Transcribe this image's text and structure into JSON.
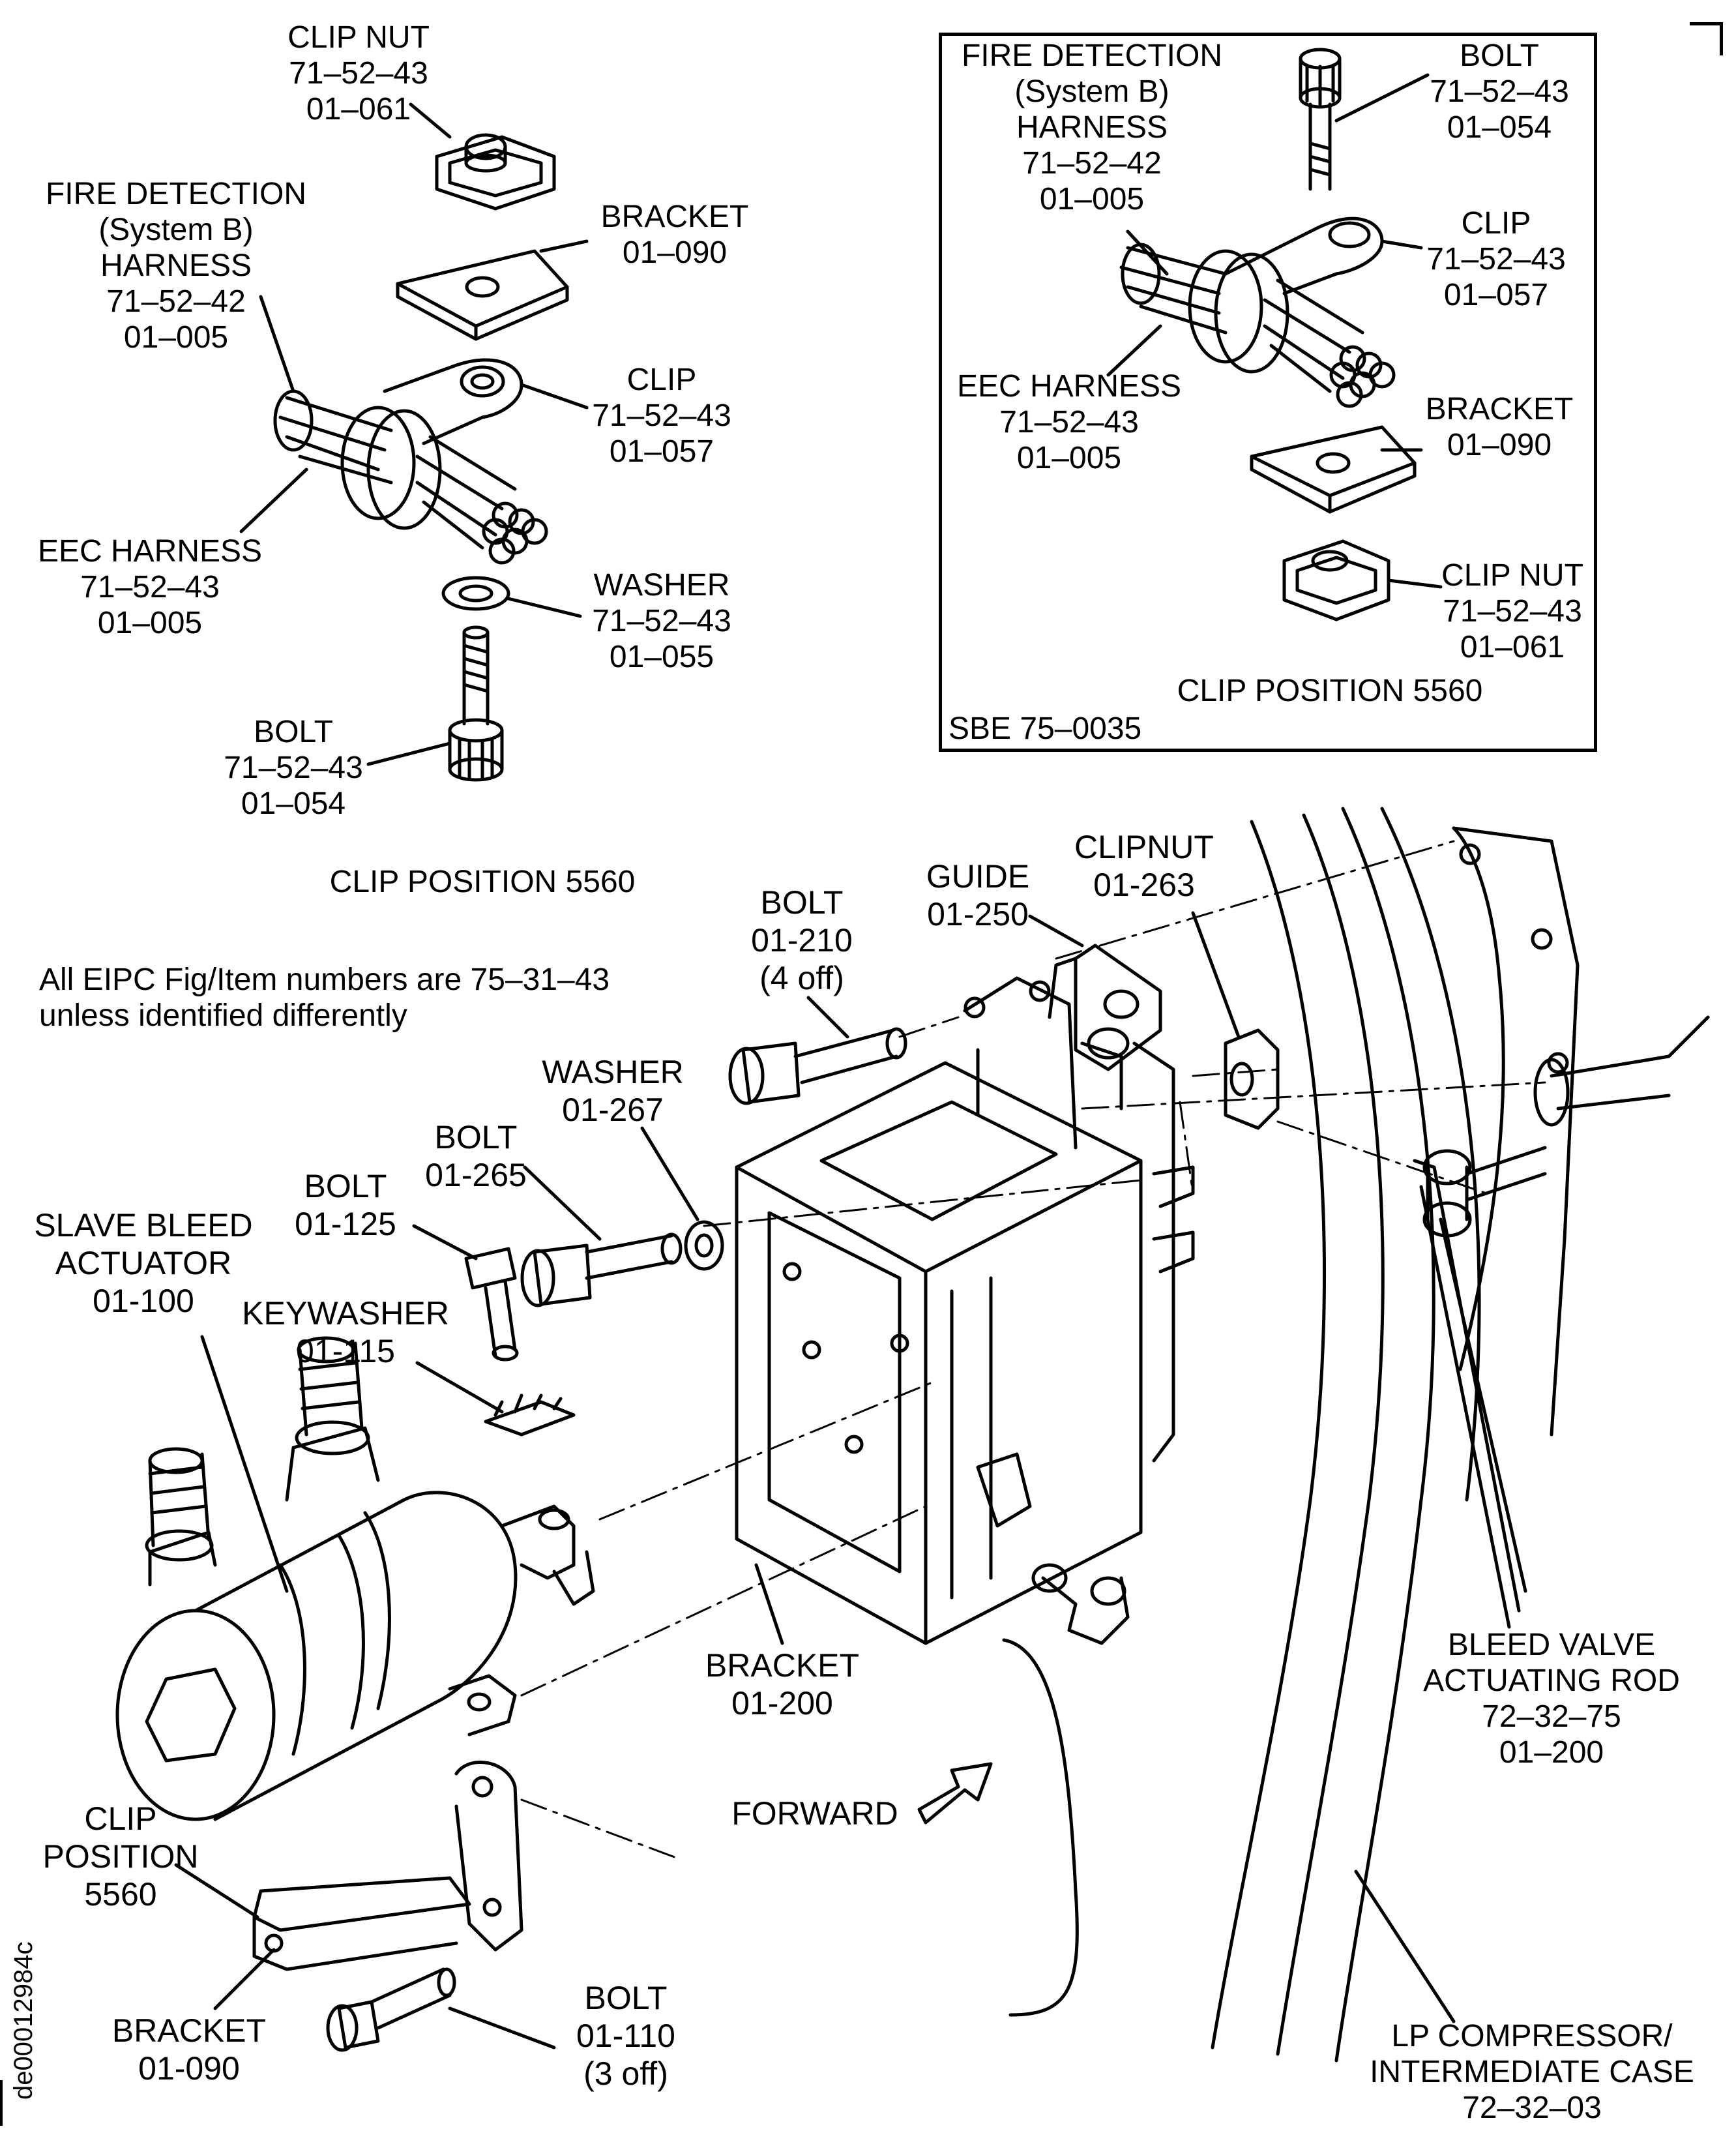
{
  "top_detail": {
    "clip_nut": [
      "CLIP NUT",
      "71–52–43",
      "01–061"
    ],
    "fire_detection_harness": [
      "FIRE DETECTION",
      "(System B)",
      "HARNESS",
      "71–52–42",
      "01–005"
    ],
    "bracket": [
      "BRACKET",
      "01–090"
    ],
    "clip": [
      "CLIP",
      "71–52–43",
      "01–057"
    ],
    "eec_harness": [
      "EEC HARNESS",
      "71–52–43",
      "01–005"
    ],
    "washer": [
      "WASHER",
      "71–52–43",
      "01–055"
    ],
    "bolt": [
      "BOLT",
      "71–52–43",
      "01–054"
    ],
    "position_caption": "CLIP POSITION 5560",
    "note": [
      "All EIPC Fig/Item numbers are 75–31–43",
      "unless identified differently"
    ]
  },
  "inset_detail": {
    "fire_detection_harness": [
      "FIRE DETECTION",
      "(System B)",
      "HARNESS",
      "71–52–42",
      "01–005"
    ],
    "bolt": [
      "BOLT",
      "71–52–43",
      "01–054"
    ],
    "clip": [
      "CLIP",
      "71–52–43",
      "01–057"
    ],
    "eec_harness": [
      "EEC HARNESS",
      "71–52–43",
      "01–005"
    ],
    "bracket": [
      "BRACKET",
      "01–090"
    ],
    "clip_nut": [
      "CLIP NUT",
      "71–52–43",
      "01–061"
    ],
    "position_caption": "CLIP POSITION 5560",
    "sbe_reference": "SBE 75–0035"
  },
  "main_assembly": {
    "guide": [
      "GUIDE",
      "01-250"
    ],
    "clipnut": [
      "CLIPNUT",
      "01-263"
    ],
    "bolt_210": [
      "BOLT",
      "01-210",
      "(4 off)"
    ],
    "washer_267": [
      "WASHER",
      "01-267"
    ],
    "bolt_265": [
      "BOLT",
      "01-265"
    ],
    "bolt_125": [
      "BOLT",
      "01-125"
    ],
    "slave_bleed_actuator": [
      "SLAVE BLEED",
      "ACTUATOR",
      "01-100"
    ],
    "keywasher": [
      "KEYWASHER",
      "01-115"
    ],
    "bracket_200": [
      "BRACKET",
      "01-200"
    ],
    "bleed_valve_rod": [
      "BLEED VALVE",
      "ACTUATING ROD",
      "72–32–75",
      "01–200"
    ],
    "forward": "FORWARD",
    "clip_position": [
      "CLIP",
      "POSITION",
      "5560"
    ],
    "bracket_090": [
      "BRACKET",
      "01-090"
    ],
    "bolt_110": [
      "BOLT",
      "01-110",
      "(3 off)"
    ],
    "lp_compressor_case": [
      "LP COMPRESSOR/",
      "INTERMEDIATE CASE",
      "72–32–03"
    ]
  },
  "document_id": "de00012984c"
}
